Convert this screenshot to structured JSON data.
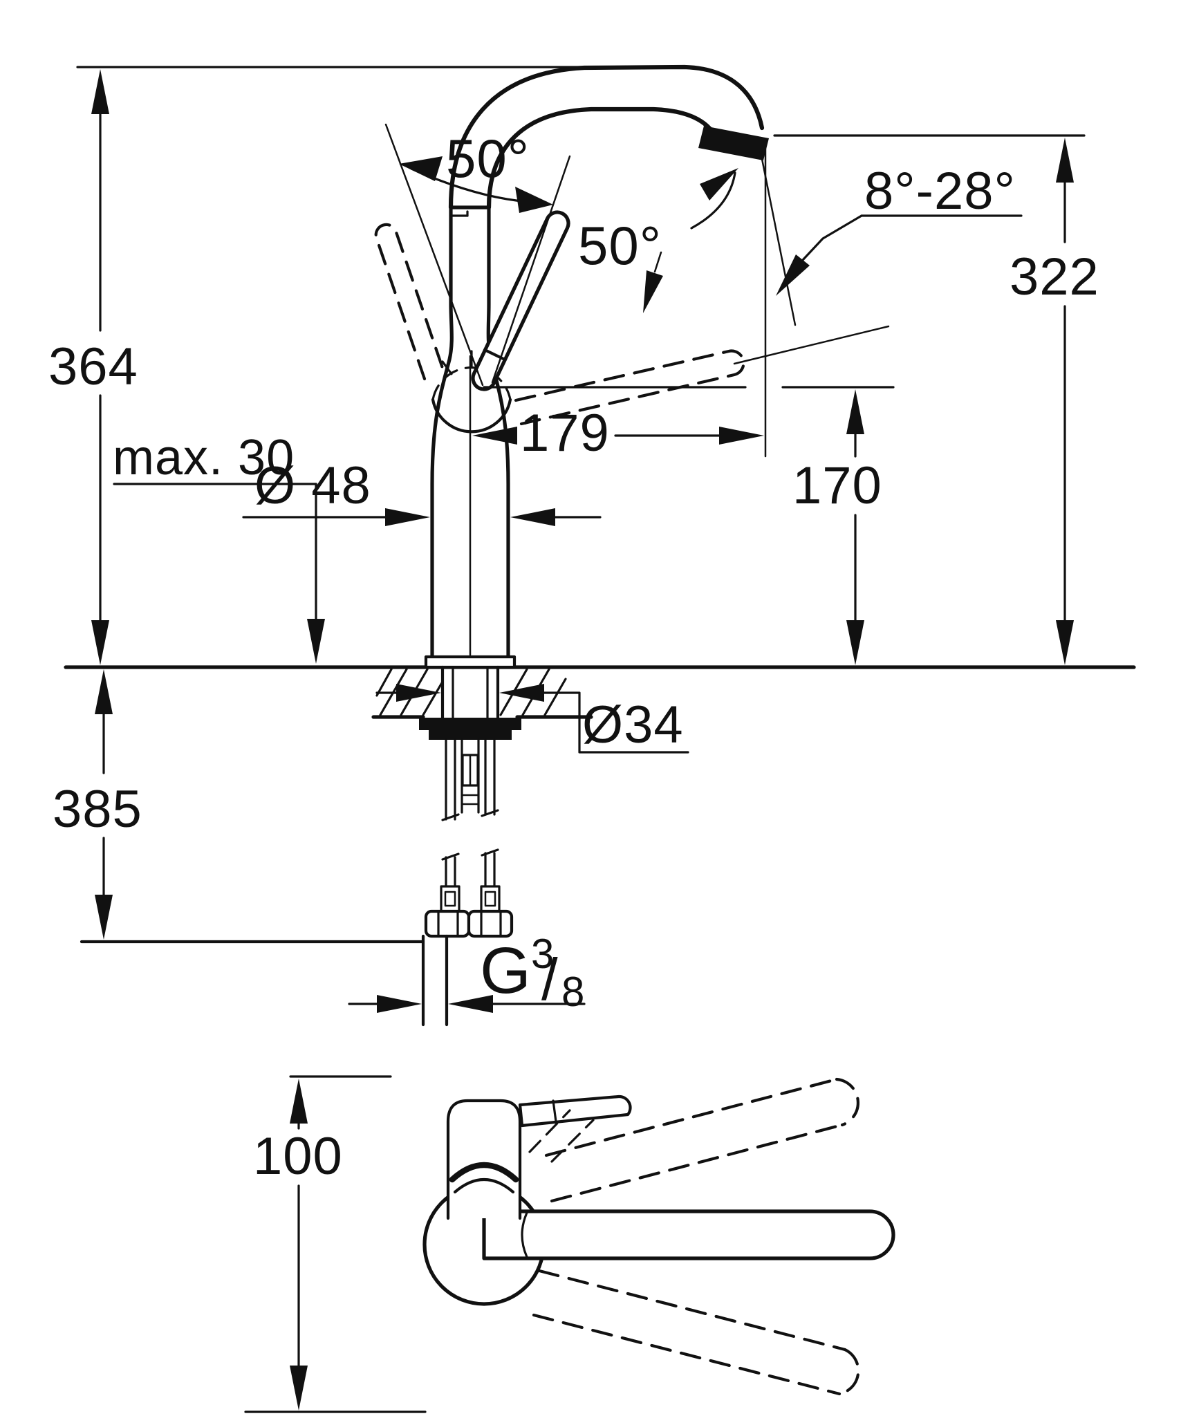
{
  "front_view": {
    "dimensions": {
      "total_height": "364",
      "below_deck_depth": "385",
      "max_deck_thickness": "max. 30",
      "body_diameter": "Ø 48",
      "spout_reach": "179",
      "outlet_clearance": "170",
      "outlet_height": "322",
      "hole_diameter": "Ø34"
    },
    "angles": {
      "handle_swing": "50°",
      "spout_swivel": "50°",
      "aerator_tilt": "8°-28°"
    },
    "thread": {
      "letter": "G",
      "numerator": "3",
      "slash": "/",
      "denominator": "8"
    }
  },
  "plan_view": {
    "dimensions": {
      "handle_depth": "100"
    }
  }
}
